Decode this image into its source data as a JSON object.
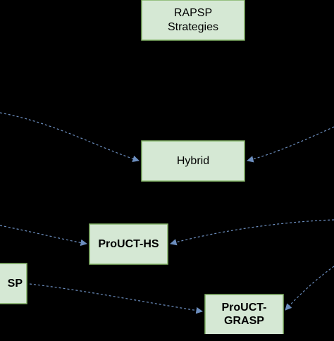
{
  "colors": {
    "background": "#000000",
    "node_fill": "#d5e8d4",
    "node_border": "#82b366",
    "edge": "#6c8ebf",
    "text": "#000000"
  },
  "nodes": {
    "rapsp": {
      "line1": "RAPSP",
      "line2": "Strategies"
    },
    "hybrid": {
      "label": "Hybrid"
    },
    "proucths": {
      "label": "ProUCT-HS"
    },
    "partial": {
      "label": "SP"
    },
    "proucgrasp": {
      "line1": "ProUCT-",
      "line2": "GRASP"
    }
  }
}
